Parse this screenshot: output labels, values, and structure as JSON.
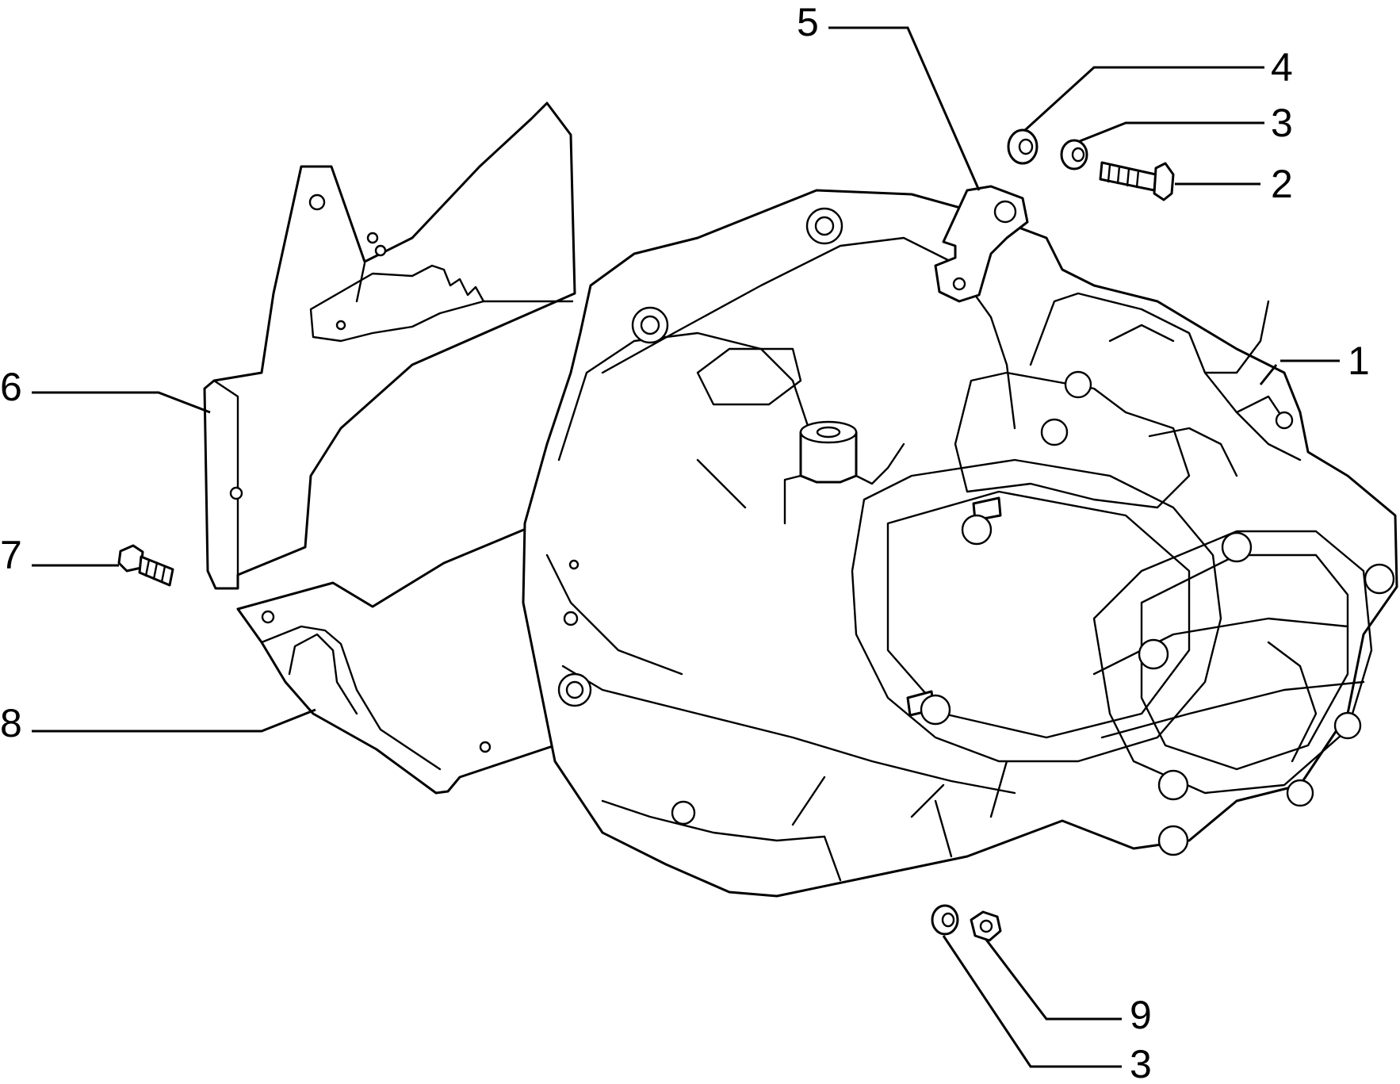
{
  "diagram": {
    "callouts": [
      {
        "id": "c1",
        "label": "1"
      },
      {
        "id": "c2",
        "label": "2"
      },
      {
        "id": "c3a",
        "label": "3"
      },
      {
        "id": "c4",
        "label": "4"
      },
      {
        "id": "c5",
        "label": "5"
      },
      {
        "id": "c6",
        "label": "6"
      },
      {
        "id": "c7",
        "label": "7"
      },
      {
        "id": "c8",
        "label": "8"
      },
      {
        "id": "c9",
        "label": "9"
      },
      {
        "id": "c3b",
        "label": "3"
      }
    ]
  },
  "colors": {
    "line": "#000000",
    "background": "#ffffff"
  }
}
